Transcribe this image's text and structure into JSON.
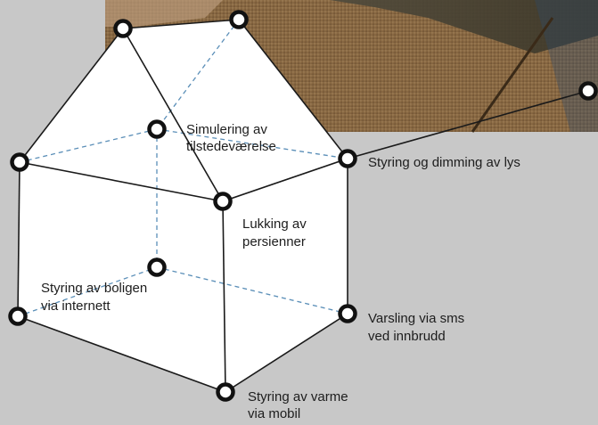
{
  "diagram": {
    "labels": {
      "simulering_line1": "Simulering av",
      "simulering_line2": "tilstedeværelse",
      "lys": "Styring og dimming av lys",
      "persienner_line1": "Lukking av",
      "persienner_line2": "persienner",
      "internett_line1": "Styring av boligen",
      "internett_line2": "via internett",
      "sms_line1": "Varsling via sms",
      "sms_line2": "ved innbrudd",
      "varme_line1": "Styring av varme",
      "varme_line2": "via mobil"
    },
    "colors": {
      "background": "#c8c8c8",
      "house_fill": "#ffffff",
      "hidden_edges": "#5b8fb8",
      "edges": "#1a1a1a",
      "photo_floor": "#8a6a45"
    }
  }
}
